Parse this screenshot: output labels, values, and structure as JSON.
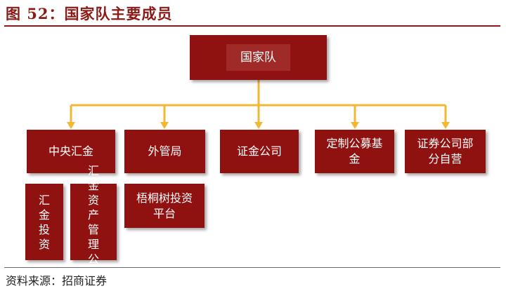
{
  "figure": {
    "title": "图 52：国家队主要成员",
    "source": "资料来源：招商证券"
  },
  "colors": {
    "box_fill": "#8f1211",
    "title_color": "#8b1a16",
    "connector": "#f2b735"
  },
  "org_chart": {
    "root": "国家队",
    "members": [
      {
        "name": "中央汇金",
        "children": [
          "汇金投资",
          "汇金资产管理公司"
        ]
      },
      {
        "name": "外管局",
        "children": [
          "梧桐树投资平台"
        ]
      },
      {
        "name": "证金公司",
        "children": []
      },
      {
        "name": "定制公募基金",
        "children": []
      },
      {
        "name": "证券公司部分自营",
        "children": []
      }
    ]
  }
}
